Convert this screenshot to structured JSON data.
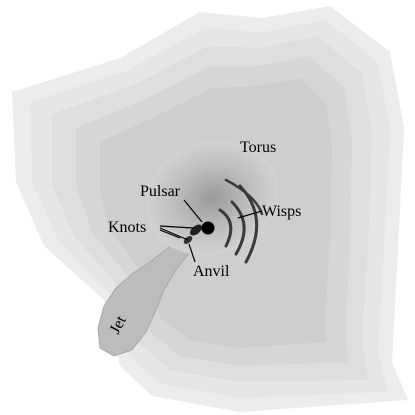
{
  "labels": {
    "torus": "Torus",
    "pulsar": "Pulsar",
    "wisps": "Wisps",
    "knots": "Knots",
    "anvil": "Anvil",
    "jet": "Jet"
  },
  "colors": {
    "nebula_outer": "#ececec",
    "nebula_mid": "#e3e3e3",
    "nebula_inner": "#d9d9d9",
    "torus": "#c8c8c8",
    "jet": "#bdbdbd",
    "pulsar": "#000000",
    "label": "#000000"
  }
}
